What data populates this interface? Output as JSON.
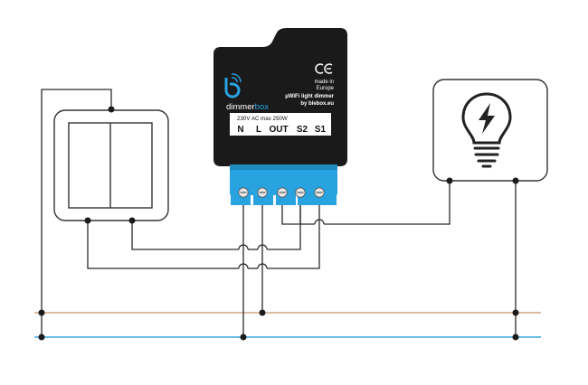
{
  "device": {
    "brand_left": "dimmer",
    "brand_right": "box",
    "made_in_line1": "made in",
    "made_in_line2": "Europe",
    "product_line1": "µWiFi light dimmer",
    "product_line2": "by blebox.eu",
    "rating": "230V AC max 250W",
    "terminals": [
      "N",
      "L",
      "OUT",
      "S2",
      "S1"
    ]
  },
  "colors": {
    "module_body": "#1a1a1a",
    "terminal_block": "#29a3df",
    "neutral_wire": "#3aa8e0",
    "live_wire": "#c8926a",
    "frame": "#333333"
  },
  "icons": {
    "switch": "double-wall-switch-icon",
    "lamp": "light-bulb-icon",
    "logo": "blebox-logo-icon",
    "ce": "ce-mark-icon"
  }
}
